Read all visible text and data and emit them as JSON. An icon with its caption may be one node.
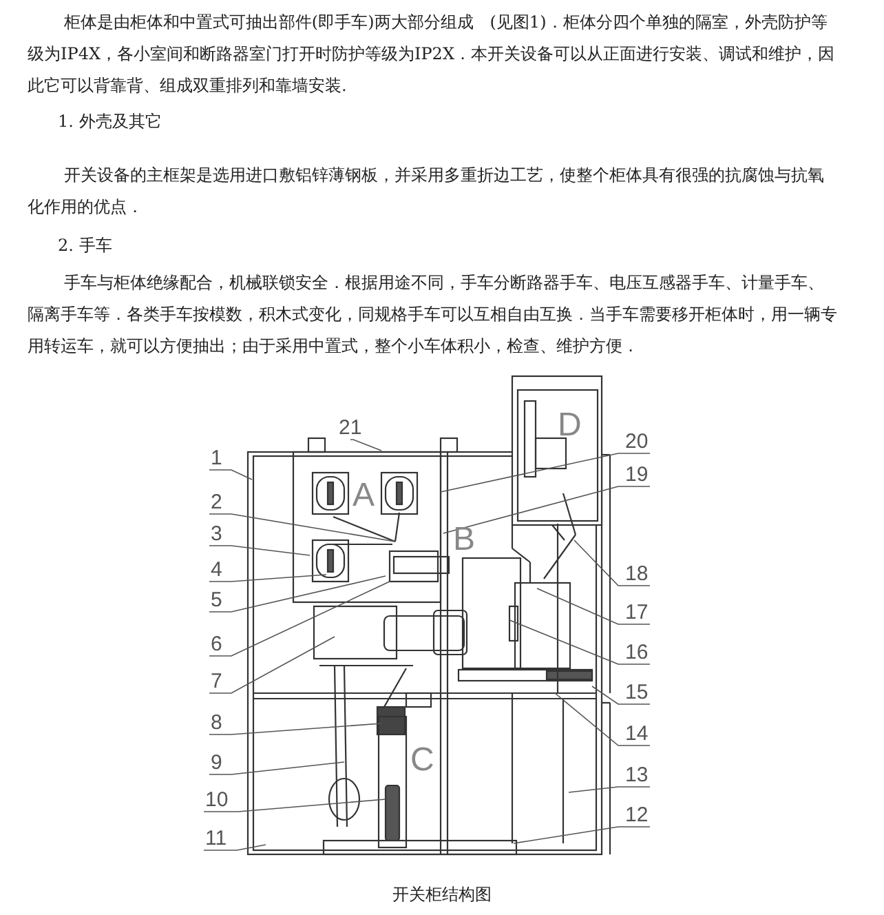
{
  "diagram": {
    "caption": "开关柜结构图",
    "nodes": [
      {
        "text": [
          "1"
        ]
      },
      {
        "text": [
          "2"
        ]
      },
      {
        "text": [
          "3"
        ]
      },
      {
        "text": [
          "4"
        ]
      },
      {
        "text": [
          "5"
        ]
      },
      {
        "text": [
          "6"
        ]
      },
      {
        "text": [
          "7"
        ]
      },
      {
        "text": [
          "8"
        ]
      },
      {
        "text": [
          "9"
        ]
      },
      {
        "text": [
          "10"
        ]
      },
      {
        "text": [
          "11"
        ]
      },
      {
        "text": [
          "12"
        ]
      },
      {
        "text": [
          "13"
        ]
      },
      {
        "text": [
          "14"
        ]
      },
      {
        "text": [
          "15"
        ]
      },
      {
        "text": [
          "16"
        ]
      },
      {
        "text": [
          "17"
        ]
      },
      {
        "text": [
          "18"
        ]
      },
      {
        "text": [
          "19"
        ]
      },
      {
        "text": [
          "20"
        ]
      },
      {
        "text": [
          "21"
        ]
      }
    ],
    "edges": [
      {
        "from": 0,
        "to": null,
        "arrow": "none"
      },
      {
        "from": 1,
        "to": null,
        "arrow": "none"
      },
      {
        "from": 2,
        "to": null,
        "arrow": "none"
      },
      {
        "from": 3,
        "to": null,
        "arrow": "none"
      },
      {
        "from": 4,
        "to": null,
        "arrow": "none"
      },
      {
        "from": 5,
        "to": null,
        "arrow": "none"
      },
      {
        "from": 6,
        "to": null,
        "arrow": "none"
      },
      {
        "from": 7,
        "to": null,
        "arrow": "none"
      },
      {
        "from": 8,
        "to": null,
        "arrow": "none"
      },
      {
        "from": 9,
        "to": null,
        "arrow": "none"
      },
      {
        "from": 10,
        "to": null,
        "arrow": "none"
      },
      {
        "from": 11,
        "to": null,
        "arrow": "none"
      },
      {
        "from": 12,
        "to": null,
        "arrow": "none"
      },
      {
        "from": 13,
        "to": null,
        "arrow": "none"
      },
      {
        "from": 14,
        "to": null,
        "arrow": "none"
      },
      {
        "from": 15,
        "to": null,
        "arrow": "none"
      },
      {
        "from": 16,
        "to": null,
        "arrow": "none"
      },
      {
        "from": 17,
        "to": null,
        "arrow": "none"
      },
      {
        "from": 18,
        "to": null,
        "arrow": "none"
      },
      {
        "from": 19,
        "to": null,
        "arrow": "none"
      },
      {
        "from": 20,
        "to": null,
        "arrow": "none"
      }
    ],
    "labels": [
      "柜体是由柜体和中置式可抽出部件(即手车)两大部分组成　(见图1)．柜体分四个单独的隔室，外壳防护等级为IP4X，各小室间和断路器室门打开时防护等级为IP2X．本开关设备可以从正面进行安装、调试和维护，因此它可以背靠背、组成双重排列和靠墙安装.",
      "1. 外壳及其它",
      "开关设备的主框架是选用进口敷铝锌薄钢板，并采用多重折边工艺，使整个柜体具有很强的抗腐蚀与抗氧化作用的优点．",
      "2. 手车",
      "手车与柜体绝缘配合，机械联锁安全．根据用途不同，手车分断路器手车、电压互感器手车、计量手车、隔离手车等．各类手车按模数，积木式变化，同规格手车可以互相自由互换．当手车需要移开柜体时，用一辆专用转运车，就可以方便抽出；由于采用中置式，整个小车体积小，检查、维护方便．",
      "A",
      "B",
      "C",
      "D"
    ]
  }
}
